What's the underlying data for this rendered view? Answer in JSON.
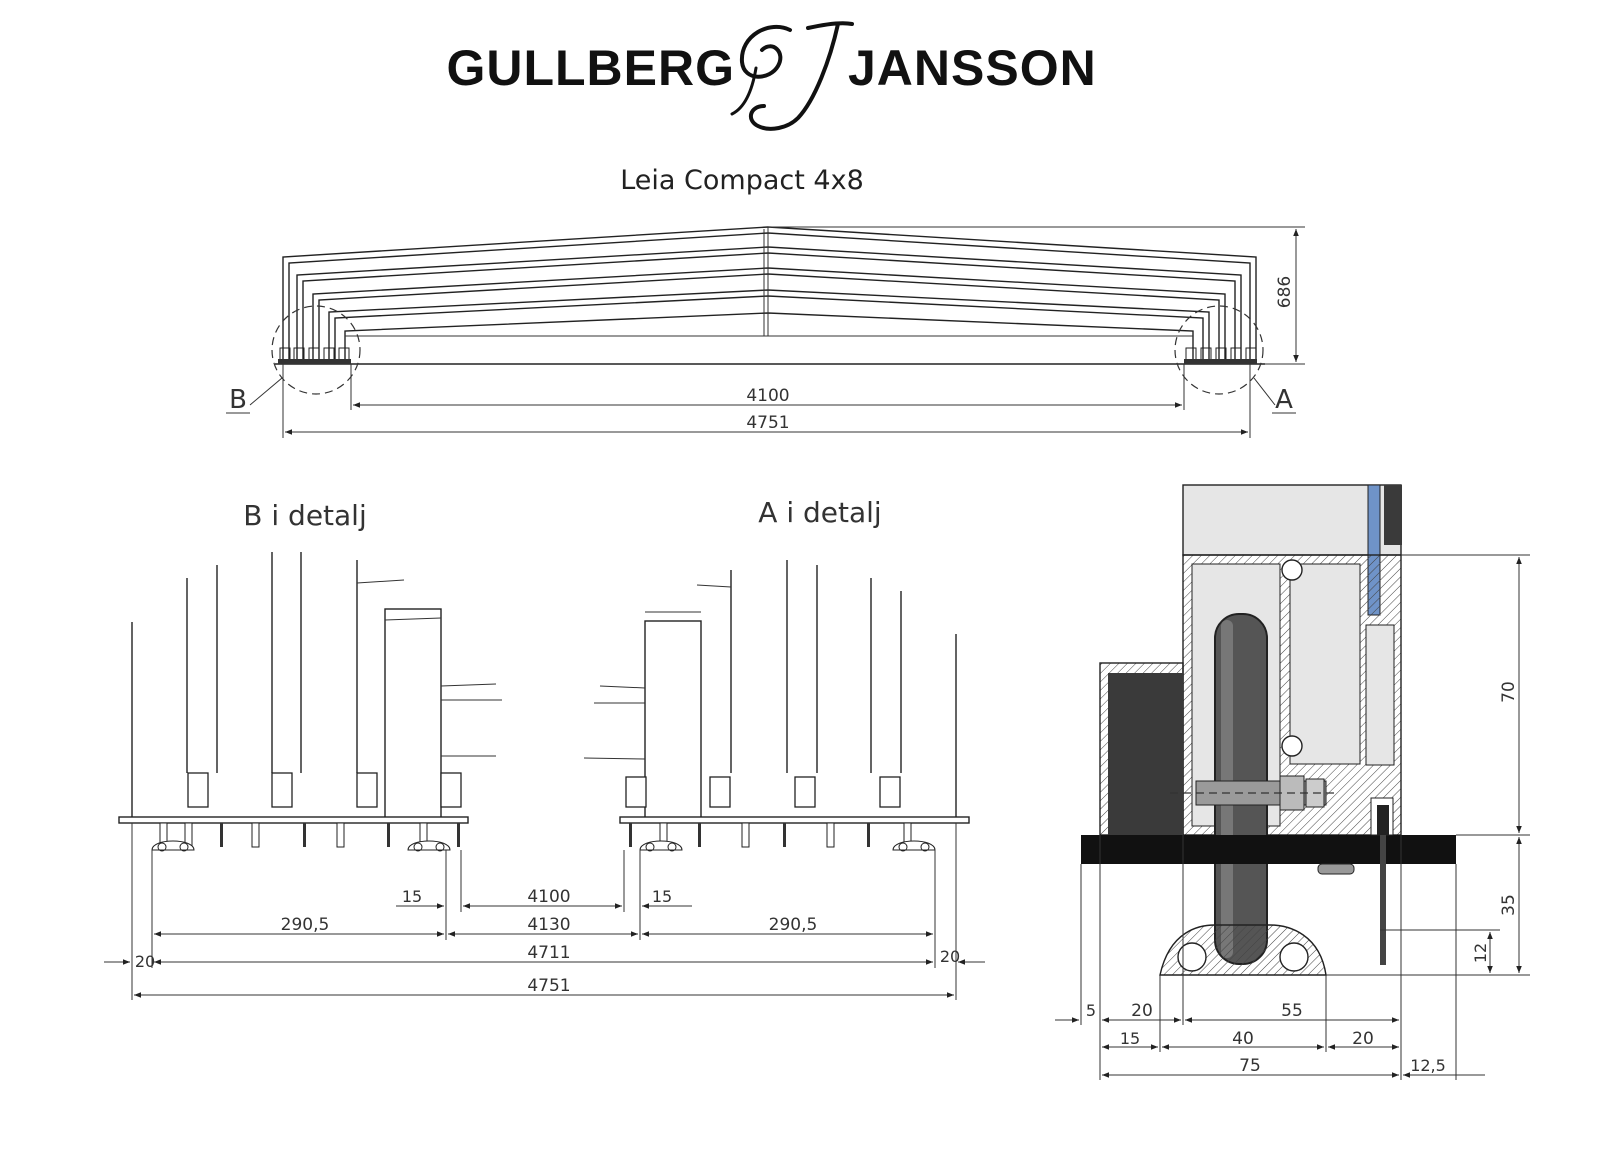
{
  "header": {
    "brand_left": "GULLBERG",
    "brand_right": "JANSSON",
    "monogram": "GJ"
  },
  "drawing_title": "Leia Compact 4x8",
  "overview": {
    "height_dim": "686",
    "inner_width_dim": "4100",
    "outer_width_dim": "4751",
    "callout_b": "B",
    "callout_a": "A"
  },
  "detail_b": {
    "title": "B i detalj",
    "dim_15": "15",
    "dim_290": "290,5",
    "dim_20": "20"
  },
  "detail_a": {
    "title": "A i detalj",
    "dim_15": "15",
    "dim_290": "290,5",
    "dim_20": "20"
  },
  "detail_dims": {
    "d4100": "4100",
    "d4130": "4130",
    "d4711": "4711",
    "d4751": "4751"
  },
  "section": {
    "dim_70": "70",
    "dim_35": "35",
    "dim_12": "12",
    "dim_5": "5",
    "dim_20a": "20",
    "dim_55": "55",
    "dim_15": "15",
    "dim_40": "40",
    "dim_20b": "20",
    "dim_75": "75",
    "dim_125": "12,5"
  },
  "colors": {
    "line": "#222222",
    "profile_fill": "#e6e6e6",
    "dark_part": "#3a3a3a",
    "wheel": "#555555",
    "glass": "#6f93c8"
  }
}
